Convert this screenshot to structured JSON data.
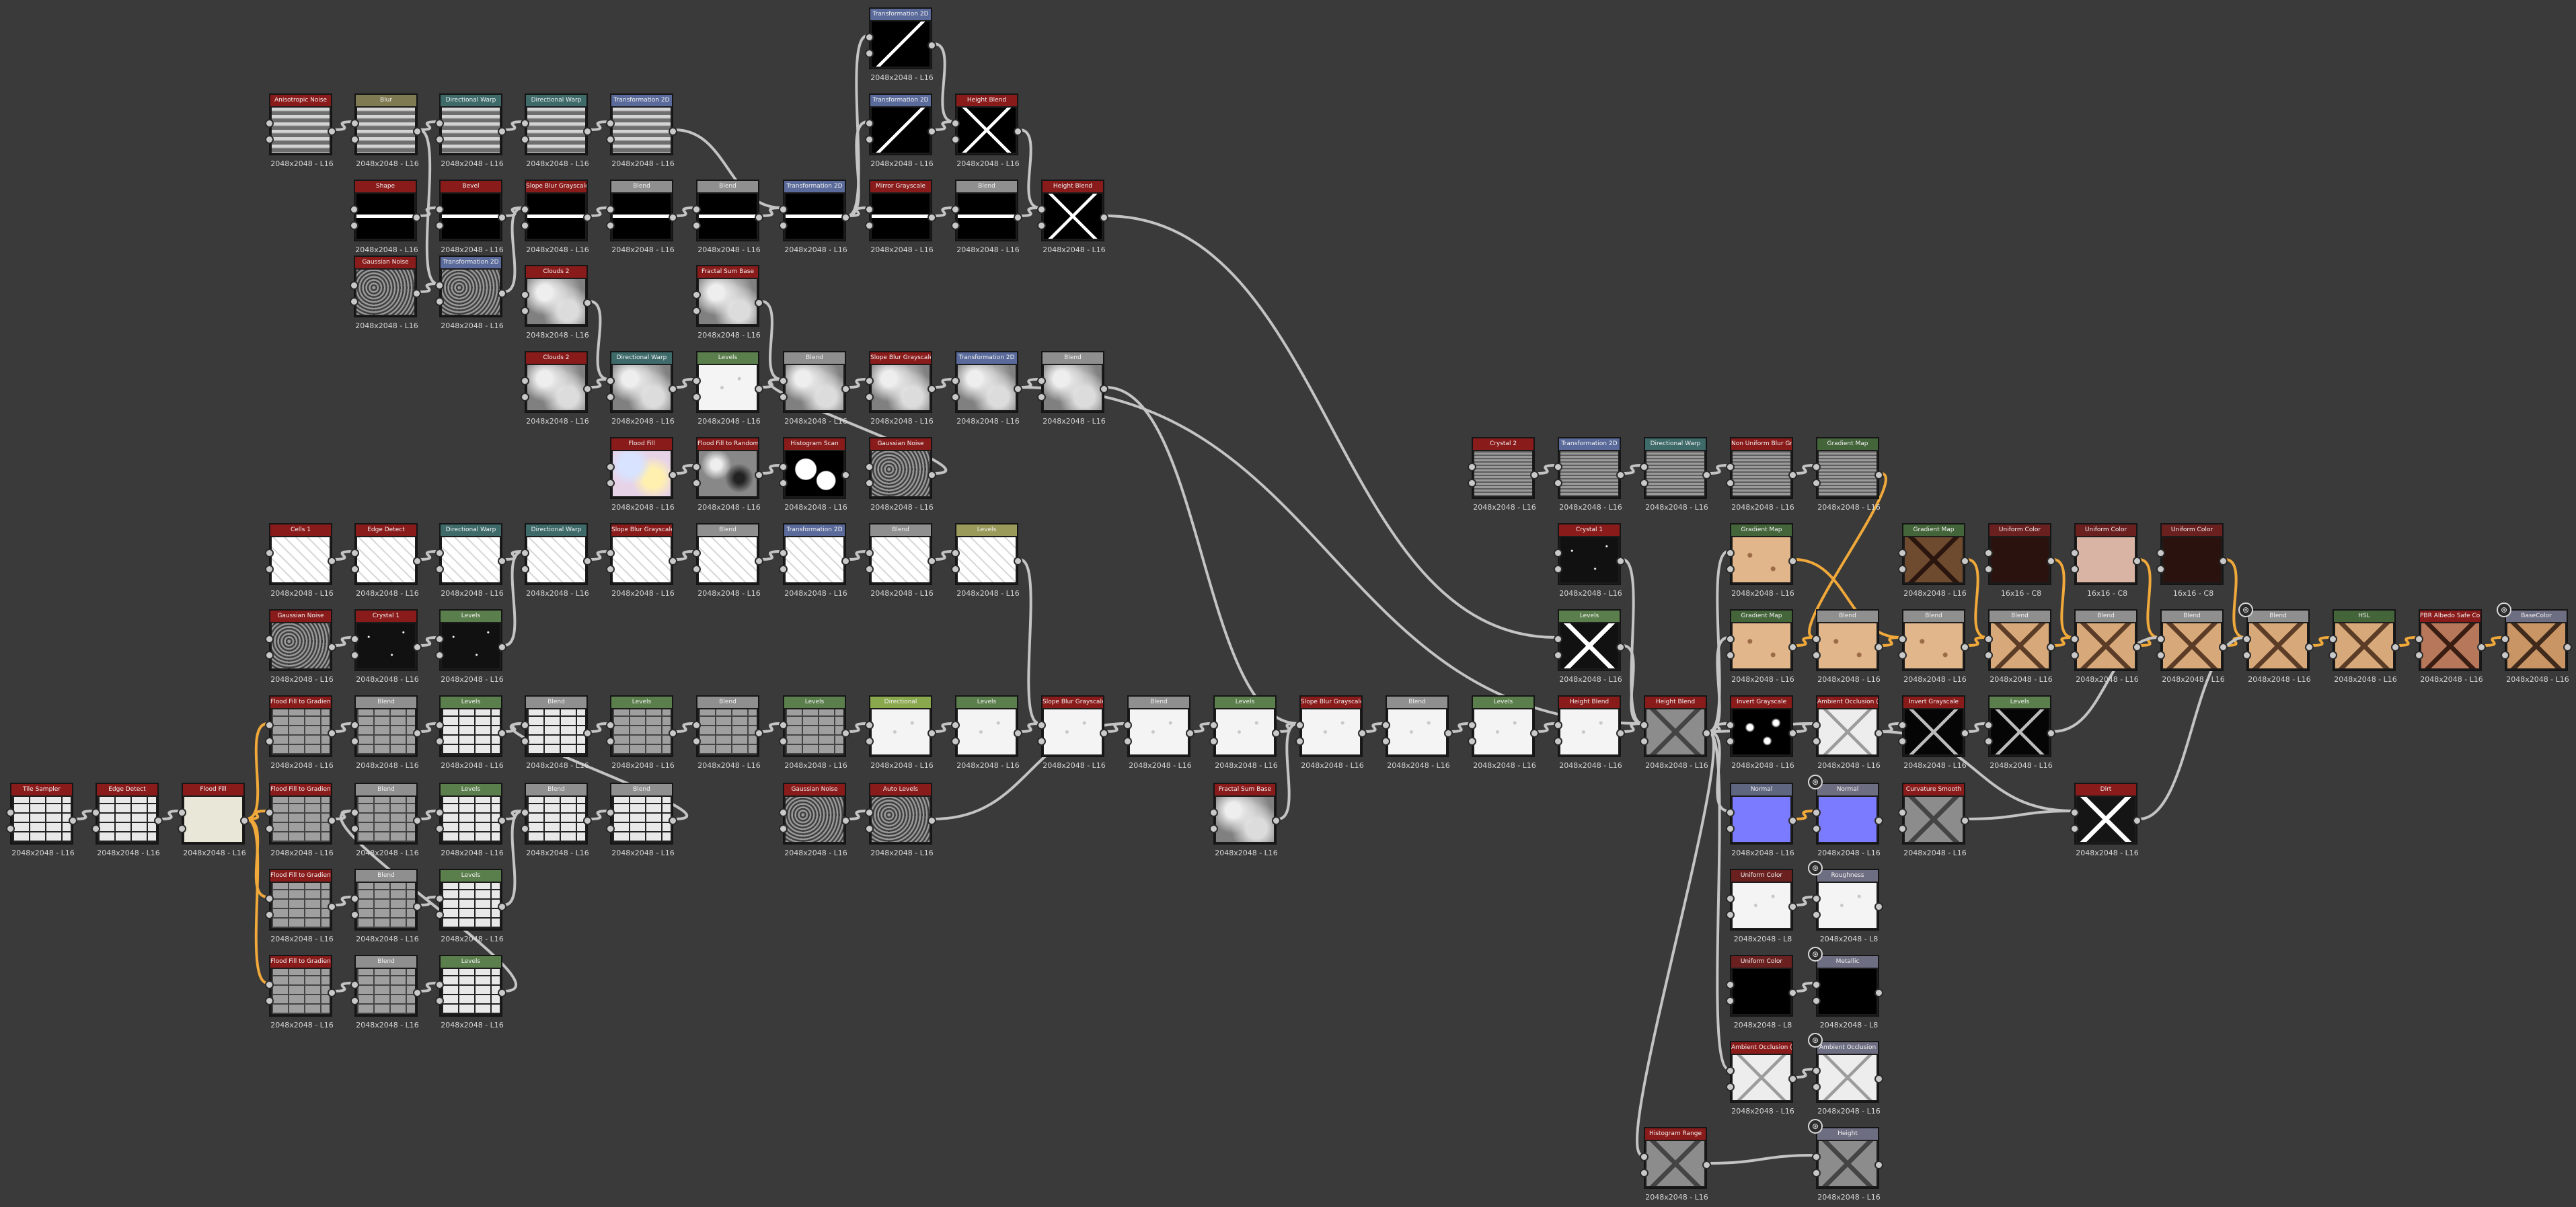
{
  "header_colors": {
    "red": "#8a1b1b",
    "gray": "#8f8f8f",
    "teal": "#3e6a6a",
    "green": "#5b7f4c",
    "blue": "#5a6a9a",
    "olive": "#9a9a5a",
    "tan": "#7f7a52",
    "lime": "#8aa84e",
    "darkgreen": "#44643a",
    "brown": "#6b2020",
    "slate": "#6e6e82",
    "steel": "#5e6680"
  },
  "wire_colors": {
    "default": "#c4c4c4",
    "orange": "#f0a93a"
  },
  "graph": {
    "nodes": [
      {
        "id": "n1",
        "label": "Anisotropic Noise",
        "res": "2048x2048 - L16",
        "color": "red",
        "thumb": "wave"
      },
      {
        "id": "n2",
        "label": "Blur",
        "res": "2048x2048 - L16",
        "color": "tan",
        "thumb": "wave"
      },
      {
        "id": "n3",
        "label": "Directional Warp",
        "res": "2048x2048 - L16",
        "color": "teal",
        "thumb": "wave"
      },
      {
        "id": "n4",
        "label": "Directional Warp",
        "res": "2048x2048 - L16",
        "color": "teal",
        "thumb": "wave"
      },
      {
        "id": "n5",
        "label": "Transformation 2D",
        "res": "2048x2048 - L16",
        "color": "blue",
        "thumb": "wave"
      },
      {
        "id": "n6",
        "label": "Transformation 2D",
        "res": "2048x2048 - L16",
        "color": "blue",
        "thumb": "diag"
      },
      {
        "id": "n7",
        "label": "Transformation 2D",
        "res": "2048x2048 - L16",
        "color": "blue",
        "thumb": "diag"
      },
      {
        "id": "n8",
        "label": "Height Blend",
        "res": "2048x2048 - L16",
        "color": "red",
        "thumb": "cross"
      },
      {
        "id": "n9",
        "label": "Shape",
        "res": "2048x2048 - L16",
        "color": "red",
        "thumb": "line"
      },
      {
        "id": "n10",
        "label": "Bevel",
        "res": "2048x2048 - L16",
        "color": "red",
        "thumb": "line"
      },
      {
        "id": "n11",
        "label": "Slope Blur Grayscale",
        "res": "2048x2048 - L16",
        "color": "red",
        "thumb": "line"
      },
      {
        "id": "n12",
        "label": "Blend",
        "res": "2048x2048 - L16",
        "color": "gray",
        "thumb": "line"
      },
      {
        "id": "n13",
        "label": "Blend",
        "res": "2048x2048 - L16",
        "color": "gray",
        "thumb": "line"
      },
      {
        "id": "n14",
        "label": "Transformation 2D",
        "res": "2048x2048 - L16",
        "color": "blue",
        "thumb": "line"
      },
      {
        "id": "n15",
        "label": "Mirror Grayscale",
        "res": "2048x2048 - L16",
        "color": "red",
        "thumb": "line"
      },
      {
        "id": "n16",
        "label": "Blend",
        "res": "2048x2048 - L16",
        "color": "gray",
        "thumb": "line"
      },
      {
        "id": "n17",
        "label": "Height Blend",
        "res": "2048x2048 - L16",
        "color": "red",
        "thumb": "cross"
      },
      {
        "id": "n18",
        "label": "Gaussian Noise",
        "res": "2048x2048 - L16",
        "color": "red",
        "thumb": "noise"
      },
      {
        "id": "n19",
        "label": "Transformation 2D",
        "res": "2048x2048 - L16",
        "color": "blue",
        "thumb": "noise"
      },
      {
        "id": "n20",
        "label": "Clouds 2",
        "res": "2048x2048 - L16",
        "color": "red",
        "thumb": "clouds"
      },
      {
        "id": "n21",
        "label": "Fractal Sum Base",
        "res": "2048x2048 - L16",
        "color": "red",
        "thumb": "clouds"
      },
      {
        "id": "n22",
        "label": "Clouds 2",
        "res": "2048x2048 - L16",
        "color": "red",
        "thumb": "clouds"
      },
      {
        "id": "n23",
        "label": "Directional Warp",
        "res": "2048x2048 - L16",
        "color": "teal",
        "thumb": "clouds"
      },
      {
        "id": "n24",
        "label": "Levels",
        "res": "2048x2048 - L16",
        "color": "green",
        "thumb": "white"
      },
      {
        "id": "n25",
        "label": "Blend",
        "res": "2048x2048 - L16",
        "color": "gray",
        "thumb": "clouds"
      },
      {
        "id": "n26",
        "label": "Slope Blur Grayscale",
        "res": "2048x2048 - L16",
        "color": "red",
        "thumb": "clouds"
      },
      {
        "id": "n27",
        "label": "Transformation 2D",
        "res": "2048x2048 - L16",
        "color": "blue",
        "thumb": "clouds"
      },
      {
        "id": "n28",
        "label": "Blend",
        "res": "2048x2048 - L16",
        "color": "gray",
        "thumb": "clouds"
      },
      {
        "id": "n29",
        "label": "Tile Sampler",
        "res": "2048x2048 - L16",
        "color": "red",
        "thumb": "bricks"
      },
      {
        "id": "n30",
        "label": "Edge Detect",
        "res": "2048x2048 - L16",
        "color": "red",
        "thumb": "bricks"
      },
      {
        "id": "n31",
        "label": "Flood Fill",
        "res": "2048x2048 - L16",
        "color": "red",
        "thumb": "cream"
      },
      {
        "id": "n32",
        "label": "Flood Fill",
        "res": "2048x2048 - L16",
        "color": "red",
        "thumb": "color"
      },
      {
        "id": "n33",
        "label": "Flood Fill to Random Gr.",
        "res": "2048x2048 - L16",
        "color": "red",
        "thumb": "stone"
      },
      {
        "id": "n34",
        "label": "Histogram Scan",
        "res": "2048x2048 - L16",
        "color": "red",
        "thumb": "blob"
      },
      {
        "id": "n35",
        "label": "Gaussian Noise",
        "res": "2048x2048 - L16",
        "color": "red",
        "thumb": "noise"
      },
      {
        "id": "n36",
        "label": "Cells 1",
        "res": "2048x2048 - L16",
        "color": "red",
        "thumb": "cells"
      },
      {
        "id": "n37",
        "label": "Edge Detect",
        "res": "2048x2048 - L16",
        "color": "red",
        "thumb": "cells"
      },
      {
        "id": "n38",
        "label": "Directional Warp",
        "res": "2048x2048 - L16",
        "color": "teal",
        "thumb": "cells"
      },
      {
        "id": "n39",
        "label": "Directional Warp",
        "res": "2048x2048 - L16",
        "color": "teal",
        "thumb": "cells"
      },
      {
        "id": "n40",
        "label": "Slope Blur Grayscale",
        "res": "2048x2048 - L16",
        "color": "red",
        "thumb": "cells"
      },
      {
        "id": "n41",
        "label": "Blend",
        "res": "2048x2048 - L16",
        "color": "gray",
        "thumb": "cells"
      },
      {
        "id": "n42",
        "label": "Transformation 2D",
        "res": "2048x2048 - L16",
        "color": "blue",
        "thumb": "cells"
      },
      {
        "id": "n43",
        "label": "Blend",
        "res": "2048x2048 - L16",
        "color": "gray",
        "thumb": "cells"
      },
      {
        "id": "n44",
        "label": "Levels",
        "res": "2048x2048 - L16",
        "color": "olive",
        "thumb": "cells"
      },
      {
        "id": "n45",
        "label": "Gaussian Noise",
        "res": "2048x2048 - L16",
        "color": "red",
        "thumb": "noise"
      },
      {
        "id": "n46",
        "label": "Crystal 1",
        "res": "2048x2048 - L16",
        "color": "red",
        "thumb": "specks"
      },
      {
        "id": "n47",
        "label": "Levels",
        "res": "2048x2048 - L16",
        "color": "green",
        "thumb": "specks"
      },
      {
        "id": "n48",
        "label": "Flood Fill to Gradient",
        "res": "2048x2048 - L16",
        "color": "red",
        "thumb": "bricks-gray"
      },
      {
        "id": "n49",
        "label": "Blend",
        "res": "2048x2048 - L16",
        "color": "gray",
        "thumb": "bricks-gray"
      },
      {
        "id": "n50",
        "label": "Levels",
        "res": "2048x2048 - L16",
        "color": "green",
        "thumb": "bricks"
      },
      {
        "id": "n51",
        "label": "Blend",
        "res": "2048x2048 - L16",
        "color": "gray",
        "thumb": "bricks"
      },
      {
        "id": "n52",
        "label": "Levels",
        "res": "2048x2048 - L16",
        "color": "green",
        "thumb": "bricks-gray"
      },
      {
        "id": "n53",
        "label": "Blend",
        "res": "2048x2048 - L16",
        "color": "gray",
        "thumb": "bricks-gray"
      },
      {
        "id": "n54",
        "label": "Levels",
        "res": "2048x2048 - L16",
        "color": "green",
        "thumb": "bricks-gray"
      },
      {
        "id": "n55",
        "label": "Directional",
        "res": "2048x2048 - L16",
        "color": "lime",
        "thumb": "white"
      },
      {
        "id": "n56",
        "label": "Levels",
        "res": "2048x2048 - L16",
        "color": "green",
        "thumb": "white"
      },
      {
        "id": "n57",
        "label": "Slope Blur Grayscale",
        "res": "2048x2048 - L16",
        "color": "red",
        "thumb": "white"
      },
      {
        "id": "n58",
        "label": "Blend",
        "res": "2048x2048 - L16",
        "color": "gray",
        "thumb": "white"
      },
      {
        "id": "n59",
        "label": "Levels",
        "res": "2048x2048 - L16",
        "color": "green",
        "thumb": "white"
      },
      {
        "id": "n60",
        "label": "Slope Blur Grayscale",
        "res": "2048x2048 - L16",
        "color": "red",
        "thumb": "white"
      },
      {
        "id": "n61",
        "label": "Blend",
        "res": "2048x2048 - L16",
        "color": "gray",
        "thumb": "white"
      },
      {
        "id": "n62",
        "label": "Levels",
        "res": "2048x2048 - L16",
        "color": "green",
        "thumb": "white"
      },
      {
        "id": "n63",
        "label": "Height Blend",
        "res": "2048x2048 - L16",
        "color": "red",
        "thumb": "white"
      },
      {
        "id": "n64",
        "label": "Height Blend",
        "res": "2048x2048 - L16",
        "color": "red",
        "thumb": "grayx"
      },
      {
        "id": "n65",
        "label": "Tile Sampler",
        "res": "2048x2048 - L16",
        "color": "red",
        "thumb": "bricks"
      },
      {
        "id": "n66",
        "label": "Edge Detect",
        "res": "2048x2048 - L16",
        "color": "red",
        "thumb": "bricks"
      },
      {
        "id": "n67",
        "label": "Flood Fill",
        "res": "2048x2048 - L16",
        "color": "red",
        "thumb": "cream"
      },
      {
        "id": "n68",
        "label": "Flood Fill to Gradient",
        "res": "2048x2048 - L16",
        "color": "red",
        "thumb": "bricks-gray"
      },
      {
        "id": "n69",
        "label": "Blend",
        "res": "2048x2048 - L16",
        "color": "gray",
        "thumb": "bricks-gray"
      },
      {
        "id": "n70",
        "label": "Levels",
        "res": "2048x2048 - L16",
        "color": "green",
        "thumb": "bricks"
      },
      {
        "id": "n71",
        "label": "Blend",
        "res": "2048x2048 - L16",
        "color": "gray",
        "thumb": "bricks"
      },
      {
        "id": "n72",
        "label": "Blend",
        "res": "2048x2048 - L16",
        "color": "gray",
        "thumb": "bricks"
      },
      {
        "id": "n73",
        "label": "Gaussian Noise",
        "res": "2048x2048 - L16",
        "color": "red",
        "thumb": "noise"
      },
      {
        "id": "n74",
        "label": "Auto Levels",
        "res": "2048x2048 - L16",
        "color": "red",
        "thumb": "noise"
      },
      {
        "id": "n75",
        "label": "Fractal Sum Base",
        "res": "2048x2048 - L16",
        "color": "red",
        "thumb": "clouds"
      },
      {
        "id": "n76",
        "label": "Flood Fill to Gradient",
        "res": "2048x2048 - L16",
        "color": "red",
        "thumb": "bricks-gray"
      },
      {
        "id": "n77",
        "label": "Blend",
        "res": "2048x2048 - L16",
        "color": "gray",
        "thumb": "bricks-gray"
      },
      {
        "id": "n78",
        "label": "Levels",
        "res": "2048x2048 - L16",
        "color": "green",
        "thumb": "bricks"
      },
      {
        "id": "n79",
        "label": "Flood Fill to Gradient",
        "res": "2048x2048 - L16",
        "color": "red",
        "thumb": "bricks-gray"
      },
      {
        "id": "n80",
        "label": "Blend",
        "res": "2048x2048 - L16",
        "color": "gray",
        "thumb": "bricks-gray"
      },
      {
        "id": "n81",
        "label": "Levels",
        "res": "2048x2048 - L16",
        "color": "green",
        "thumb": "bricks"
      },
      {
        "id": "n82",
        "label": "Crystal 2",
        "res": "2048x2048 - L16",
        "color": "red",
        "thumb": "graymesh"
      },
      {
        "id": "n83",
        "label": "Transformation 2D",
        "res": "2048x2048 - L16",
        "color": "blue",
        "thumb": "graymesh"
      },
      {
        "id": "n84",
        "label": "Directional Warp",
        "res": "2048x2048 - L16",
        "color": "teal",
        "thumb": "graymesh"
      },
      {
        "id": "n85",
        "label": "Non Uniform Blur Grayscale",
        "res": "2048x2048 - L16",
        "color": "red",
        "thumb": "graymesh"
      },
      {
        "id": "n86",
        "label": "Gradient Map",
        "res": "2048x2048 - L16",
        "color": "darkgreen",
        "thumb": "graymesh"
      },
      {
        "id": "n87",
        "label": "Crystal 1",
        "res": "2048x2048 - L16",
        "color": "red",
        "thumb": "specks"
      },
      {
        "id": "n88",
        "label": "Levels",
        "res": "2048x2048 - L16",
        "color": "green",
        "thumb": "darkx"
      },
      {
        "id": "n89",
        "label": "Gradient Map",
        "res": "2048x2048 - L16",
        "color": "darkgreen",
        "thumb": "sand"
      },
      {
        "id": "n90",
        "label": "Gradient Map",
        "res": "2048x2048 - L16",
        "color": "darkgreen",
        "thumb": "sand"
      },
      {
        "id": "n91",
        "label": "Blend",
        "res": "2048x2048 - L16",
        "color": "gray",
        "thumb": "sand"
      },
      {
        "id": "n92",
        "label": "Gradient Map",
        "res": "2048x2048 - L16",
        "color": "darkgreen",
        "thumb": "brown-map"
      },
      {
        "id": "n93",
        "label": "Blend",
        "res": "2048x2048 - L16",
        "color": "gray",
        "thumb": "sand"
      },
      {
        "id": "n94",
        "label": "Uniform Color",
        "res": "16x16 - C8",
        "color": "brown",
        "thumb": "brown-dark"
      },
      {
        "id": "n95",
        "label": "Blend",
        "res": "2048x2048 - L16",
        "color": "gray",
        "thumb": "sandx"
      },
      {
        "id": "n96",
        "label": "Uniform Color",
        "res": "16x16 - C8",
        "color": "brown",
        "thumb": "pink"
      },
      {
        "id": "n97",
        "label": "Blend",
        "res": "2048x2048 - L16",
        "color": "gray",
        "thumb": "sandx"
      },
      {
        "id": "n98",
        "label": "Uniform Color",
        "res": "16x16 - C8",
        "color": "brown",
        "thumb": "brown-dark"
      },
      {
        "id": "n99",
        "label": "Blend",
        "res": "2048x2048 - L16",
        "color": "gray",
        "thumb": "sandx"
      },
      {
        "id": "n100",
        "label": "Blend",
        "res": "2048x2048 - L16",
        "color": "gray",
        "thumb": "sandx"
      },
      {
        "id": "n101",
        "label": "HSL",
        "res": "2048x2048 - L16",
        "color": "darkgreen",
        "thumb": "sandx"
      },
      {
        "id": "n102",
        "label": "PBR Albedo Safe Color",
        "res": "2048x2048 - L16",
        "color": "red",
        "thumb": "redx"
      },
      {
        "id": "n103",
        "label": "BaseColor",
        "res": "2048x2048 - L16",
        "color": "slate",
        "thumb": "out"
      },
      {
        "id": "n104",
        "label": "Invert Grayscale",
        "res": "2048x2048 - L16",
        "color": "red",
        "thumb": "mask"
      },
      {
        "id": "n105",
        "label": "Ambient Occlusion (HB...",
        "res": "2048x2048 - L16",
        "color": "red",
        "thumb": "lightx"
      },
      {
        "id": "n106",
        "label": "Invert Grayscale",
        "res": "2048x2048 - L16",
        "color": "red",
        "thumb": "edges"
      },
      {
        "id": "n107",
        "label": "Levels",
        "res": "2048x2048 - L16",
        "color": "green",
        "thumb": "edges"
      },
      {
        "id": "n108",
        "label": "Normal",
        "res": "2048x2048 - L16",
        "color": "steel",
        "thumb": "blue"
      },
      {
        "id": "n109",
        "label": "Normal",
        "res": "2048x2048 - L16",
        "color": "slate",
        "thumb": "blue"
      },
      {
        "id": "n110",
        "label": "Curvature Smooth",
        "res": "2048x2048 - L16",
        "color": "red",
        "thumb": "grayx"
      },
      {
        "id": "n111",
        "label": "Dirt",
        "res": "2048x2048 - L16",
        "color": "red",
        "thumb": "grunge"
      },
      {
        "id": "n112",
        "label": "Uniform Color",
        "res": "2048x2048 - L8",
        "color": "brown",
        "thumb": "white"
      },
      {
        "id": "n113",
        "label": "Roughness",
        "res": "2048x2048 - L8",
        "color": "slate",
        "thumb": "white"
      },
      {
        "id": "n114",
        "label": "Uniform Color",
        "res": "2048x2048 - L8",
        "color": "brown",
        "thumb": "black"
      },
      {
        "id": "n115",
        "label": "Metallic",
        "res": "2048x2048 - L8",
        "color": "slate",
        "thumb": "black"
      },
      {
        "id": "n116",
        "label": "Ambient Occlusion (HB...",
        "res": "2048x2048 - L16",
        "color": "red",
        "thumb": "lightx"
      },
      {
        "id": "n117",
        "label": "Ambient Occlusion",
        "res": "2048x2048 - L16",
        "color": "slate",
        "thumb": "lightx"
      },
      {
        "id": "n118",
        "label": "Histogram Range",
        "res": "2048x2048 - L16",
        "color": "red",
        "thumb": "grayx"
      },
      {
        "id": "n119",
        "label": "Height",
        "res": "2048x2048 - L16",
        "color": "slate",
        "thumb": "grayx"
      }
    ]
  }
}
